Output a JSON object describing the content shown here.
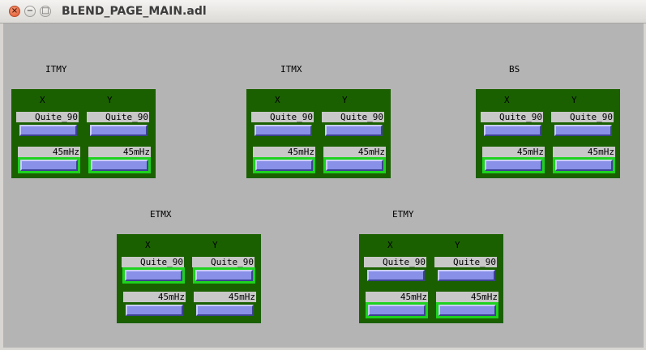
{
  "window": {
    "title": "BLEND_PAGE_MAIN.adl"
  },
  "window_buttons": {
    "close": "×",
    "minimize": "−",
    "maximize": "□"
  },
  "groups": [
    {
      "id": "itmy",
      "label": "ITMY",
      "x_label": "X",
      "y_label": "Y",
      "x_filter": "Quite_90",
      "y_filter": "Quite_90",
      "x_freq": "45mHz",
      "y_freq": "45mHz",
      "active": "freq"
    },
    {
      "id": "itmx",
      "label": "ITMX",
      "x_label": "X",
      "y_label": "Y",
      "x_filter": "Quite_90",
      "y_filter": "Quite_90",
      "x_freq": "45mHz",
      "y_freq": "45mHz",
      "active": "freq"
    },
    {
      "id": "bs",
      "label": "BS",
      "x_label": "X",
      "y_label": "Y",
      "x_filter": "Quite_90",
      "y_filter": "Quite_90",
      "x_freq": "45mHz",
      "y_freq": "45mHz",
      "active": "freq"
    },
    {
      "id": "etmx",
      "label": "ETMX",
      "x_label": "X",
      "y_label": "Y",
      "x_filter": "Quite_90",
      "y_filter": "Quite_90",
      "x_freq": "45mHz",
      "y_freq": "45mHz",
      "active": "filter"
    },
    {
      "id": "etmy",
      "label": "ETMY",
      "x_label": "X",
      "y_label": "Y",
      "x_filter": "Quite_90",
      "y_filter": "Quite_90",
      "x_freq": "45mHz",
      "y_freq": "45mHz",
      "active": "freq"
    }
  ],
  "colors": {
    "panel_bg": "#1a6000",
    "active_highlight": "#1ed21e",
    "button_face": "#8890e8",
    "canvas_bg": "#b4b4b4"
  }
}
